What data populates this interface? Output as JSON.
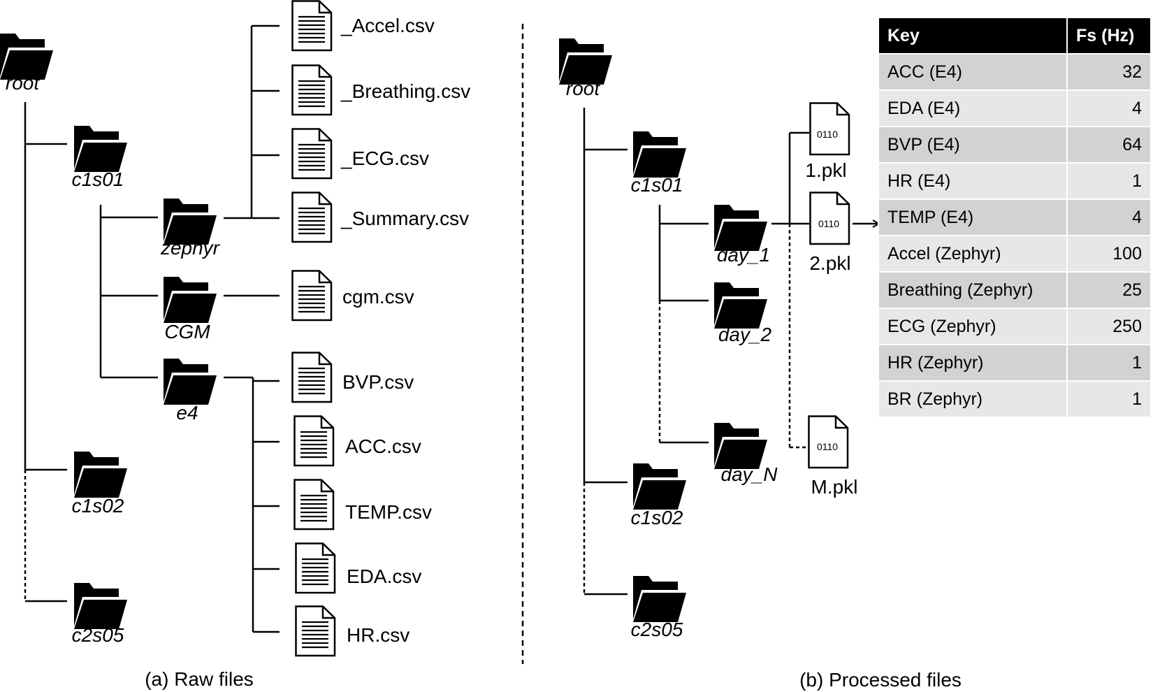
{
  "raw": {
    "caption": "(a) Raw files",
    "root": "root",
    "subjects": [
      "c1s01",
      "c1s02",
      "c2s05"
    ],
    "devices": [
      "zephyr",
      "CGM",
      "e4"
    ],
    "zephyr_files": [
      "_Accel.csv",
      "_Breathing.csv",
      "_ECG.csv",
      "_Summary.csv"
    ],
    "cgm_files": [
      "cgm.csv"
    ],
    "e4_files": [
      "BVP.csv",
      "ACC.csv",
      "TEMP.csv",
      "EDA.csv",
      "HR.csv"
    ]
  },
  "processed": {
    "caption": "(b) Processed files",
    "root": "root",
    "subjects": [
      "c1s01",
      "c1s02",
      "c2s05"
    ],
    "days": [
      "day_1",
      "day_2",
      "day_N"
    ],
    "pkl_files": [
      "1.pkl",
      "2.pkl",
      "M.pkl"
    ],
    "binary_label": "0110"
  },
  "table": {
    "headers": [
      "Key",
      "Fs (Hz)"
    ],
    "rows": [
      [
        "ACC (E4)",
        "32"
      ],
      [
        "EDA (E4)",
        "4"
      ],
      [
        "BVP (E4)",
        "64"
      ],
      [
        "HR (E4)",
        "1"
      ],
      [
        "TEMP (E4)",
        "4"
      ],
      [
        "Accel (Zephyr)",
        "100"
      ],
      [
        "Breathing (Zephyr)",
        "25"
      ],
      [
        "ECG (Zephyr)",
        "250"
      ],
      [
        "HR (Zephyr)",
        "1"
      ],
      [
        "BR (Zephyr)",
        "1"
      ]
    ]
  }
}
